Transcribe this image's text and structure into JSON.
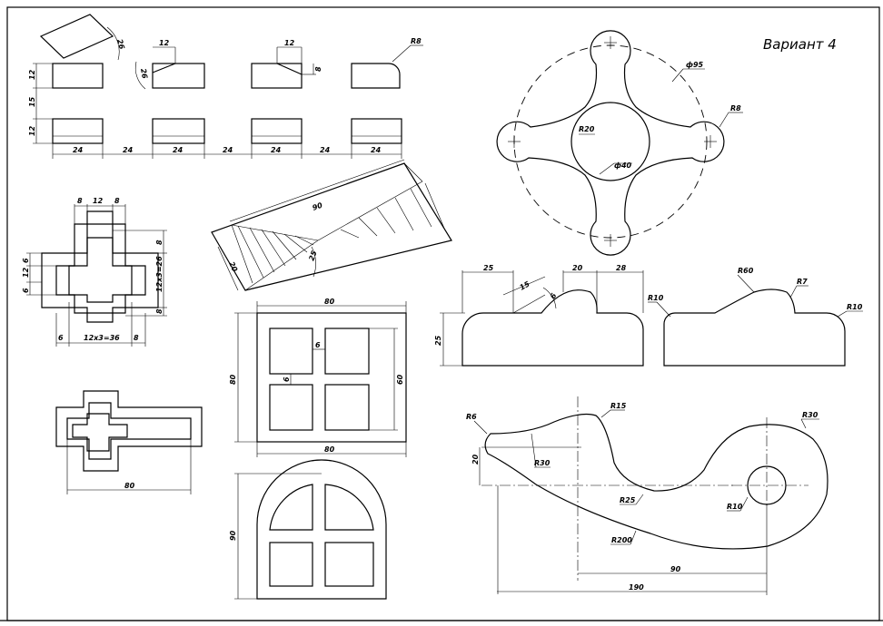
{
  "title": "Вариант 4",
  "dims": {
    "d12": "12",
    "d15": "15",
    "d24": "24",
    "d26": "26",
    "d8": "8",
    "d6": "6",
    "d28": "28",
    "d20": "20",
    "d25": "25",
    "d80": "80",
    "d60": "60",
    "d90": "90",
    "d190": "190",
    "r8": "R8",
    "r6": "R6",
    "r7": "R7",
    "r10": "R10",
    "r15": "R15",
    "r20": "R20",
    "r25": "R25",
    "r30": "R30",
    "r60": "R60",
    "r200": "R200",
    "phi95": "ф95",
    "phi40": "ф40",
    "x26": "12х3=26",
    "x36": "12х3=36"
  }
}
